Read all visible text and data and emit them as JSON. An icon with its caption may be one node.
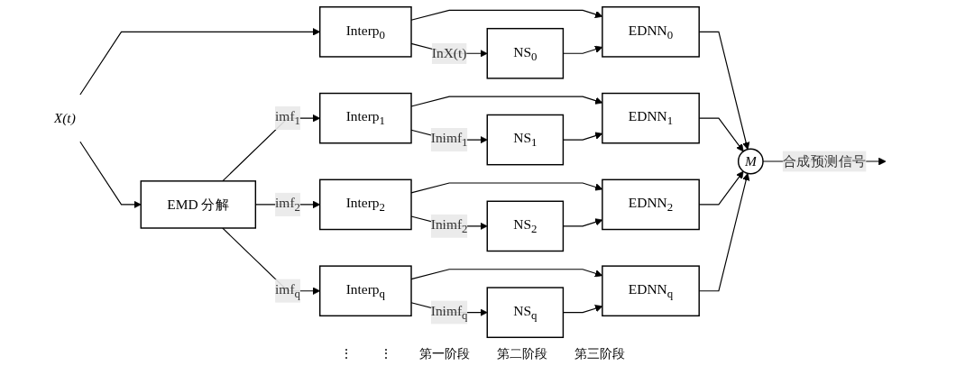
{
  "diagram": {
    "nodes": [
      {
        "text": [
          "X(t)"
        ]
      },
      {
        "text": [
          "EMD 分解"
        ]
      },
      {
        "text": [
          "Interp$_{0}$"
        ]
      },
      {
        "text": [
          "Interp$_{1}$"
        ]
      },
      {
        "text": [
          "Interp$_{2}$"
        ]
      },
      {
        "text": [
          "Interp$_{q}$"
        ]
      },
      {
        "text": [
          "NS$_{0}$"
        ]
      },
      {
        "text": [
          "NS$_{1}$"
        ]
      },
      {
        "text": [
          "NS$_{2}$"
        ]
      },
      {
        "text": [
          "NS$_{q}$"
        ]
      },
      {
        "text": [
          "EDNN$_{0}$"
        ]
      },
      {
        "text": [
          "EDNN$_{1}$"
        ]
      },
      {
        "text": [
          "EDNN$_{2}$"
        ]
      },
      {
        "text": [
          "EDNN$_{q}$"
        ]
      },
      {
        "text": [
          "M"
        ]
      }
    ],
    "edges": [
      {
        "from": 0,
        "to": 1,
        "arrow": "to"
      },
      {
        "from": 0,
        "to": 2,
        "arrow": "to"
      },
      {
        "from": 1,
        "to": 3,
        "arrow": "to",
        "label": "imf$_{1}$"
      },
      {
        "from": 1,
        "to": 4,
        "arrow": "to",
        "label": "imf$_{2}$"
      },
      {
        "from": 1,
        "to": 5,
        "arrow": "to",
        "label": "imf$_{q}$"
      },
      {
        "from": 2,
        "to": 6,
        "arrow": "to",
        "label": "InX(t)"
      },
      {
        "from": 2,
        "to": 10,
        "arrow": "to"
      },
      {
        "from": 3,
        "to": 7,
        "arrow": "to",
        "label": "Inimf$_{1}$"
      },
      {
        "from": 3,
        "to": 11,
        "arrow": "to"
      },
      {
        "from": 4,
        "to": 8,
        "arrow": "to",
        "label": "Inimf$_{2}$"
      },
      {
        "from": 4,
        "to": 12,
        "arrow": "to"
      },
      {
        "from": 5,
        "to": 9,
        "arrow": "to",
        "label": "Inimf$_{q}$"
      },
      {
        "from": 5,
        "to": 13,
        "arrow": "to"
      },
      {
        "from": 6,
        "to": 10,
        "arrow": "to"
      },
      {
        "from": 7,
        "to": 11,
        "arrow": "to"
      },
      {
        "from": 8,
        "to": 12,
        "arrow": "to"
      },
      {
        "from": 9,
        "to": 13,
        "arrow": "to"
      },
      {
        "from": 10,
        "to": 14,
        "arrow": "to"
      },
      {
        "from": 11,
        "to": 14,
        "arrow": "to"
      },
      {
        "from": 12,
        "to": 14,
        "arrow": "to"
      },
      {
        "from": 13,
        "to": 14,
        "arrow": "to"
      },
      {
        "from": 14,
        "to": null,
        "arrow": "to",
        "label": "合成预测信号"
      }
    ],
    "labels": [
      "⋮",
      "⋮",
      "第一阶段",
      "第二阶段",
      "第三阶段"
    ]
  }
}
